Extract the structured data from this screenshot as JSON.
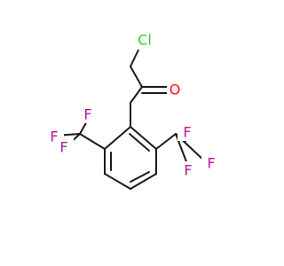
{
  "molecule": {
    "atoms": [
      {
        "id": "cl",
        "label": "Cl",
        "color": "#33cc33"
      },
      {
        "id": "o",
        "label": "O",
        "color": "#ff0d0d"
      },
      {
        "id": "f1",
        "label": "F",
        "color": "#b3169c"
      },
      {
        "id": "f2",
        "label": "F",
        "color": "#b3169c"
      },
      {
        "id": "f3",
        "label": "F",
        "color": "#b3169c"
      },
      {
        "id": "f4",
        "label": "F",
        "color": "#b3169c"
      },
      {
        "id": "f5",
        "label": "F",
        "color": "#b3169c"
      },
      {
        "id": "f6",
        "label": "F",
        "color": "#b3169c"
      }
    ],
    "bond_color": "#1a1a1a"
  }
}
